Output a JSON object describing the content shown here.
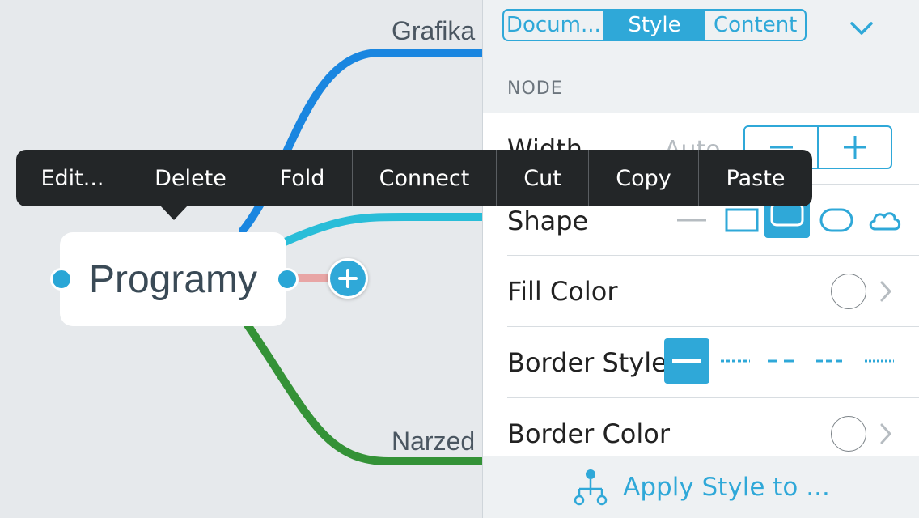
{
  "colors": {
    "accent": "#2fa8d8",
    "branch_top": "#1a86e0",
    "branch_middle": "#29bdd8",
    "branch_bottom": "#349237",
    "connector": "#e8a5a5",
    "menu_bg": "#232628"
  },
  "mindmap": {
    "central_node": "Programy",
    "branches": [
      "Grafika",
      "Narzed"
    ]
  },
  "context_menu": {
    "items": [
      "Edit...",
      "Delete",
      "Fold",
      "Connect",
      "Cut",
      "Copy",
      "Paste"
    ]
  },
  "panel": {
    "tabs": [
      {
        "label": "Docum...",
        "active": false
      },
      {
        "label": "Style",
        "active": true
      },
      {
        "label": "Content",
        "active": false
      }
    ],
    "collapse_icon": "chevron-down-icon",
    "section_title": "NODE",
    "width": {
      "label": "Width",
      "value": "Auto"
    },
    "shape": {
      "label": "Shape",
      "options": [
        "line",
        "rectangle",
        "rounded-rectangle",
        "pill",
        "cloud"
      ],
      "selected": "rounded-rectangle"
    },
    "fill_color": {
      "label": "Fill Color"
    },
    "border_style": {
      "label": "Border Style",
      "options": [
        "solid",
        "dotted",
        "dashed",
        "short-dash",
        "dense-dot"
      ],
      "selected": "solid"
    },
    "border_color": {
      "label": "Border Color"
    },
    "apply": {
      "label": "Apply Style to ...",
      "icon": "hierarchy-icon"
    }
  }
}
